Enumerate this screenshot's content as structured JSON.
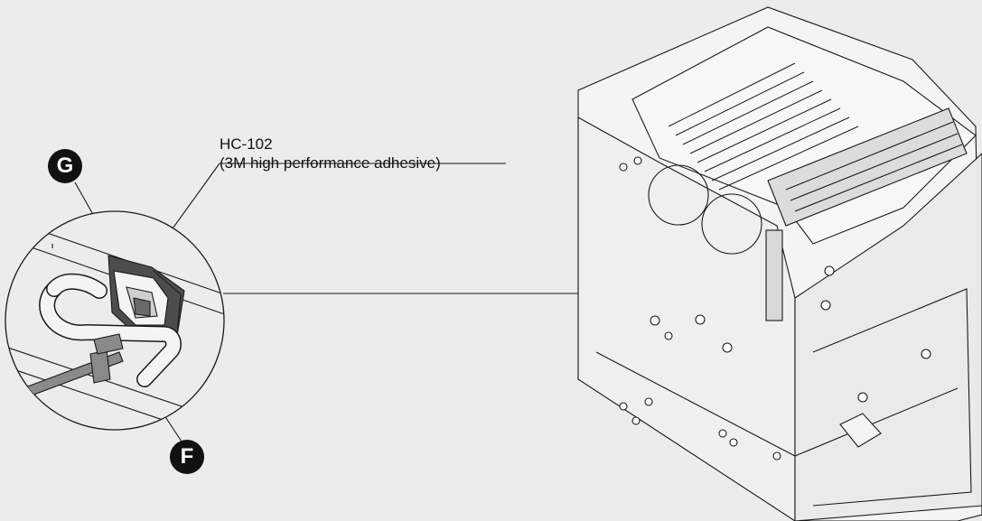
{
  "callout": {
    "part_code": "HC-102",
    "description": "(3M high performance adhesive)"
  },
  "markers": {
    "g": "G",
    "f": "F"
  },
  "colors": {
    "background": "#ececec",
    "line": "#1a1a1a",
    "part_fill": "#f4f4f4",
    "adhesive_fill": "#555555",
    "tie_fill": "#8a8a8a"
  },
  "icons": [
    "detail-magnifier-circle",
    "adhesive-cable-holder",
    "cable-tie",
    "circuit-breaker-chassis"
  ]
}
